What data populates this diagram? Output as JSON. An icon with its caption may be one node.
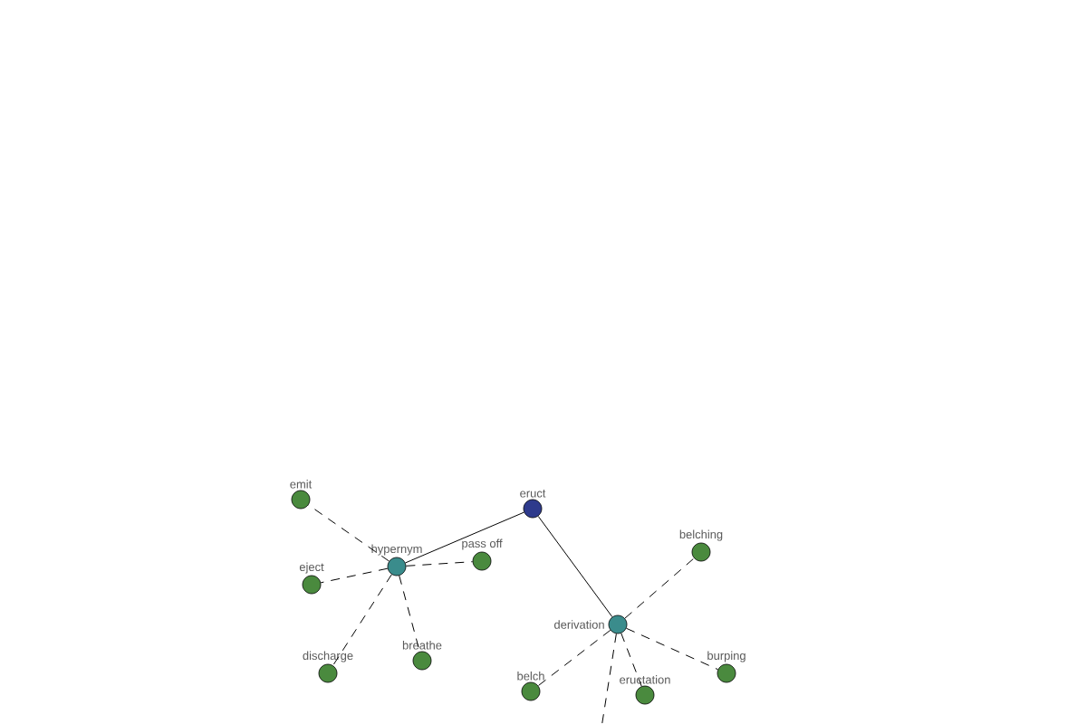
{
  "diagram": {
    "nodes": [
      {
        "text": [
          "eruct"
        ]
      },
      {
        "text": [
          "hypernym"
        ]
      },
      {
        "text": [
          "emit"
        ]
      },
      {
        "text": [
          "eject"
        ]
      },
      {
        "text": [
          "pass off"
        ]
      },
      {
        "text": [
          "discharge"
        ]
      },
      {
        "text": [
          "breathe"
        ]
      },
      {
        "text": [
          "derivation"
        ]
      },
      {
        "text": [
          "belching"
        ]
      },
      {
        "text": [
          "belch"
        ]
      },
      {
        "text": [
          "eructation"
        ]
      },
      {
        "text": [
          "burping"
        ]
      }
    ],
    "edges": [
      {
        "from": 0,
        "to": 1,
        "arrow": "none"
      },
      {
        "from": 0,
        "to": 7,
        "arrow": "none"
      },
      {
        "from": 1,
        "to": 2,
        "arrow": "none",
        "style": "dashed"
      },
      {
        "from": 1,
        "to": 3,
        "arrow": "none",
        "style": "dashed"
      },
      {
        "from": 1,
        "to": 4,
        "arrow": "none",
        "style": "dashed"
      },
      {
        "from": 1,
        "to": 5,
        "arrow": "none",
        "style": "dashed"
      },
      {
        "from": 1,
        "to": 6,
        "arrow": "none",
        "style": "dashed"
      },
      {
        "from": 7,
        "to": 8,
        "arrow": "none",
        "style": "dashed"
      },
      {
        "from": 7,
        "to": 9,
        "arrow": "none",
        "style": "dashed"
      },
      {
        "from": 7,
        "to": 10,
        "arrow": "none",
        "style": "dashed"
      },
      {
        "from": 7,
        "to": 11,
        "arrow": "none",
        "style": "dashed"
      },
      {
        "from": 7,
        "to": null,
        "arrow": "none",
        "style": "dashed"
      }
    ]
  }
}
